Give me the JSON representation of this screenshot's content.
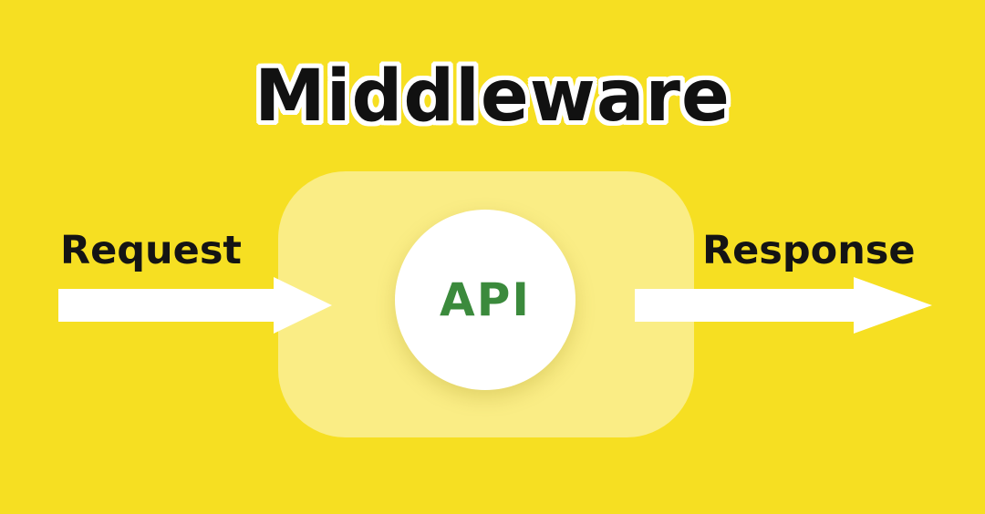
{
  "title": "Middleware",
  "request_label": "Request",
  "response_label": "Response",
  "api_label": "API",
  "colors": {
    "background": "#f6df22",
    "middleware_box": "#fbee8e",
    "api_circle": "#ffffff",
    "api_text": "#3b8a3c",
    "text": "#141414",
    "arrows": "#ffffff"
  }
}
